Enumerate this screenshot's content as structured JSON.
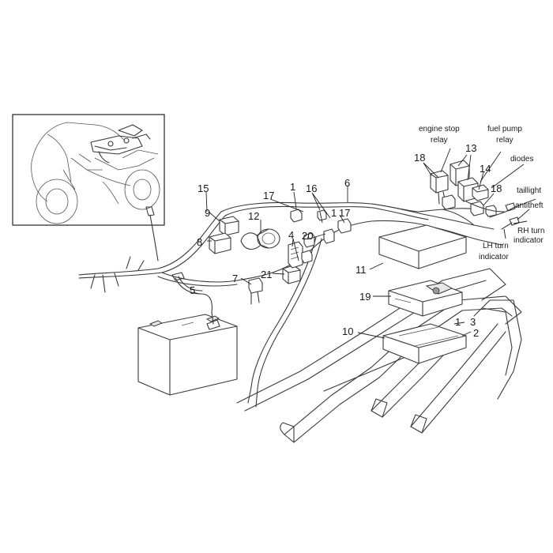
{
  "callouts": {
    "n1a": "1",
    "n1b": "1",
    "n1c": "1",
    "n2": "2",
    "n3": "3",
    "n4": "4",
    "n5": "5",
    "n6": "6",
    "n7": "7",
    "n8": "8",
    "n9": "9",
    "n10": "10",
    "n11": "11",
    "n12": "12",
    "n13": "13",
    "n14": "14",
    "n15": "15",
    "n16": "16",
    "n17a": "17",
    "n17b": "17",
    "n18a": "18",
    "n18b": "18",
    "n19": "19",
    "n20": "20",
    "n21": "21"
  },
  "labels": {
    "engine_stop_1": "engine stop",
    "engine_stop_2": "relay",
    "fuel_pump_1": "fuel pump",
    "fuel_pump_2": "relay",
    "diodes": "diodes",
    "taillight": "taillight",
    "antitheft": "antitheft",
    "rh_turn_1": "RH turn",
    "rh_turn_2": "indicator",
    "lh_turn_1": "LH turn",
    "lh_turn_2": "indicator"
  },
  "colors": {
    "line": "#3a3a3a",
    "background": "#ffffff"
  }
}
